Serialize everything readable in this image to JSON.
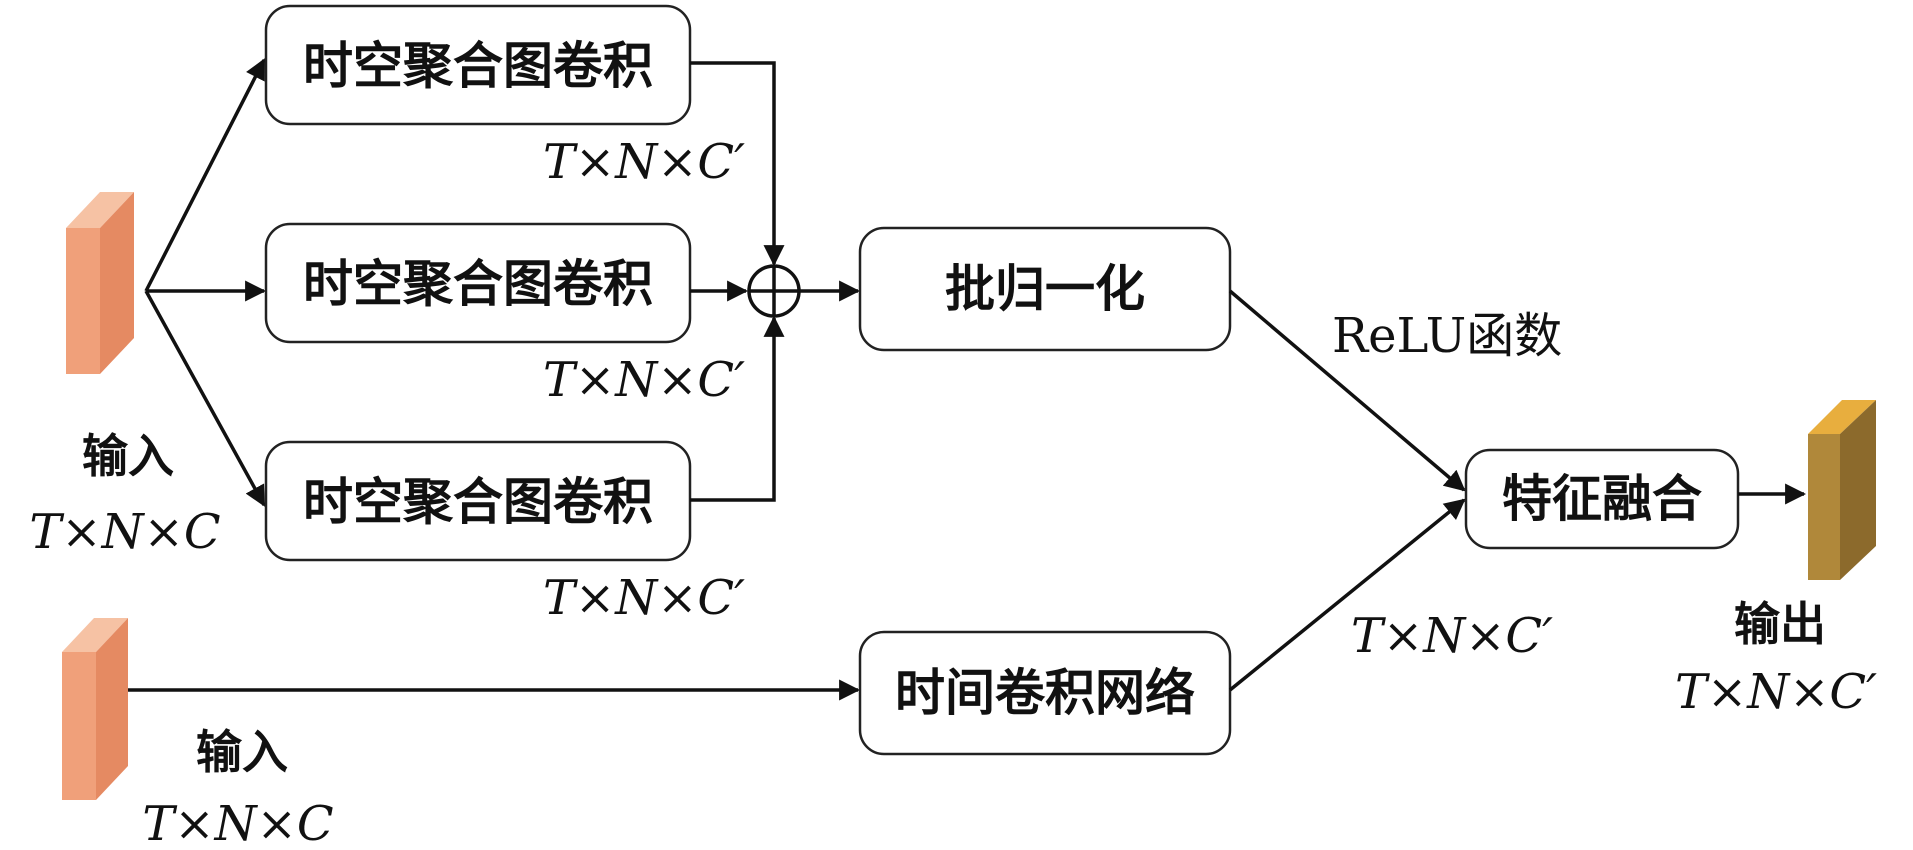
{
  "nodes": {
    "stagg1": "时空聚合图卷积",
    "stagg2": "时空聚合图卷积",
    "stagg3": "时空聚合图卷积",
    "batchnorm": "批归一化",
    "fusion": "特征融合",
    "tcn": "时间卷积网络"
  },
  "labels": {
    "dim_stagg1": "T×N×C′",
    "dim_stagg2": "T×N×C′",
    "dim_stagg3": "T×N×C′",
    "relu": "ReLU函数",
    "dim_tcn": "T×N×C′"
  },
  "input_top": {
    "title": "输入",
    "dims": "T×N×C"
  },
  "input_bottom": {
    "title": "输入",
    "dims": "T×N×C"
  },
  "output": {
    "title": "输出",
    "dims": "T×N×C′"
  },
  "colors": {
    "input_front": "#f0a07a",
    "input_side": "#e58a62",
    "input_top": "#f6c2a4",
    "output_front": "#b0883a",
    "output_side": "#8c6a2c",
    "output_top": "#e8ae3e"
  }
}
